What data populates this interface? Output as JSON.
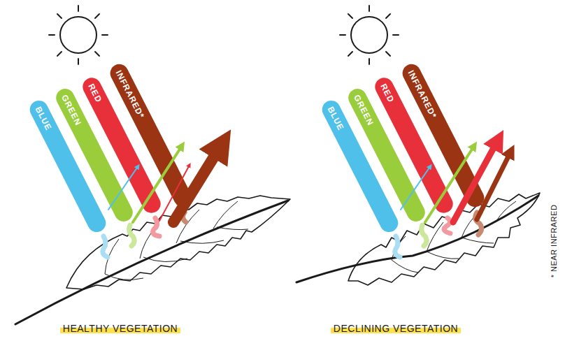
{
  "diagram": {
    "nodes": [
      {
        "text": [
          "BLUE"
        ]
      },
      {
        "text": [
          "GREEN"
        ]
      },
      {
        "text": [
          "RED"
        ]
      },
      {
        "text": [
          "INFRARED*"
        ]
      },
      {
        "text": [
          "BLUE"
        ]
      },
      {
        "text": [
          "GREEN"
        ]
      },
      {
        "text": [
          "RED"
        ]
      },
      {
        "text": [
          "INFRARED*"
        ]
      }
    ],
    "labels": [
      "HEALTHY VEGETATION",
      "DECLINING VEGETATION",
      "* NEAR INFRARED"
    ]
  }
}
